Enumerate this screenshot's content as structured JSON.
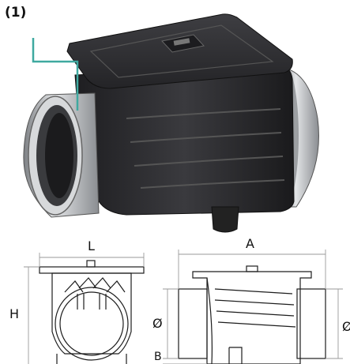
{
  "callout": {
    "label": "(1)",
    "line_color": "#3fa9a0"
  },
  "dimensions": {
    "L": "L",
    "A": "A",
    "H": "H",
    "diameter_front": "Ø",
    "diameter_side": "Ø",
    "B": "B"
  },
  "colors": {
    "body": "#2a2a2d",
    "body_highlight": "#4a4a4e",
    "steel": "#b9bcbf",
    "steel_dark": "#6e7175",
    "line": "#1d1d1d",
    "dim_line": "#9a9a9a"
  }
}
